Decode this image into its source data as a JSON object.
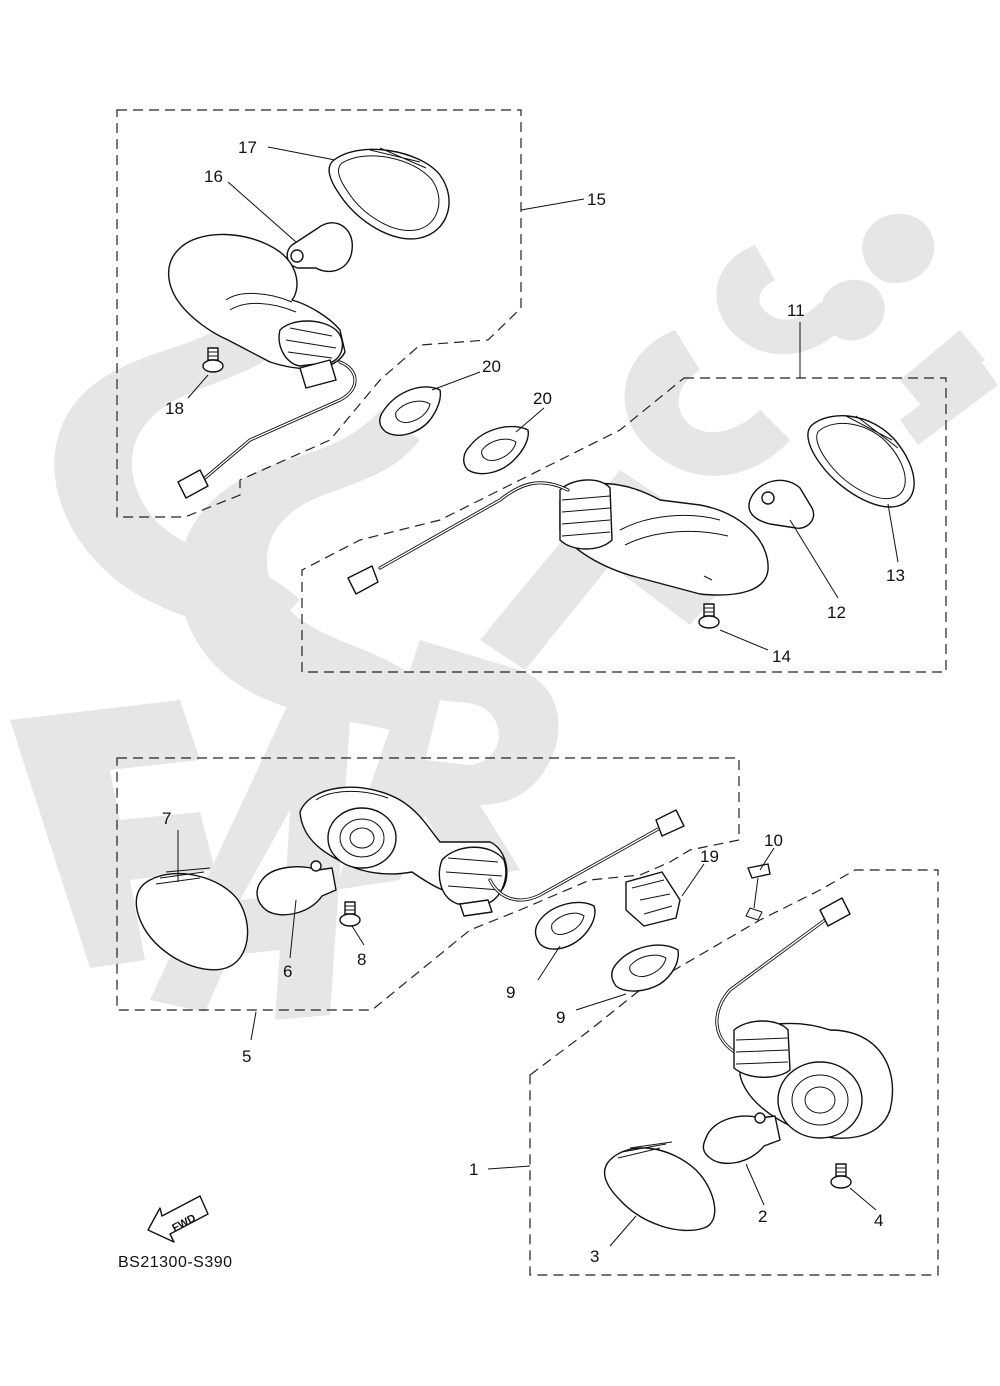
{
  "diagram": {
    "code": "BS21300-S390",
    "fwd_label": "FWD",
    "watermark_colors": {
      "shape": "#e6e6e6"
    },
    "callouts": [
      {
        "id": "c1",
        "text": "1"
      },
      {
        "id": "c2",
        "text": "2"
      },
      {
        "id": "c3",
        "text": "3"
      },
      {
        "id": "c4",
        "text": "4"
      },
      {
        "id": "c5",
        "text": "5"
      },
      {
        "id": "c6",
        "text": "6"
      },
      {
        "id": "c7",
        "text": "7"
      },
      {
        "id": "c8",
        "text": "8"
      },
      {
        "id": "c9a",
        "text": "9"
      },
      {
        "id": "c9b",
        "text": "9"
      },
      {
        "id": "c10",
        "text": "10"
      },
      {
        "id": "c11",
        "text": "11"
      },
      {
        "id": "c12",
        "text": "12"
      },
      {
        "id": "c13",
        "text": "13"
      },
      {
        "id": "c14",
        "text": "14"
      },
      {
        "id": "c15",
        "text": "15"
      },
      {
        "id": "c16",
        "text": "16"
      },
      {
        "id": "c17",
        "text": "17"
      },
      {
        "id": "c18",
        "text": "18"
      },
      {
        "id": "c19",
        "text": "19"
      },
      {
        "id": "c20a",
        "text": "20"
      },
      {
        "id": "c20b",
        "text": "20"
      }
    ]
  }
}
